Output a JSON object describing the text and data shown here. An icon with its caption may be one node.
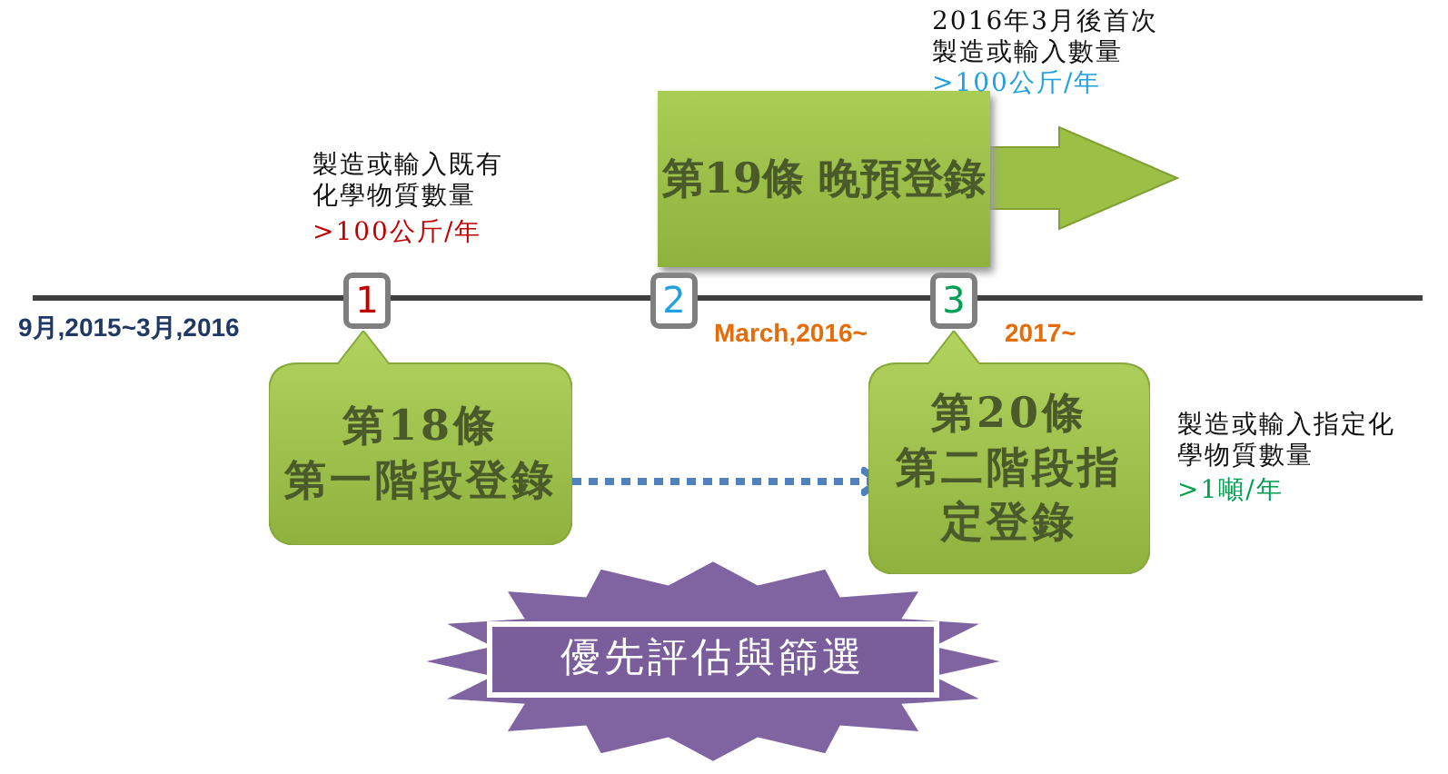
{
  "diagram": {
    "nodes": [
      {
        "text": [
          "1"
        ]
      },
      {
        "text": [
          "2"
        ]
      },
      {
        "text": [
          "3"
        ]
      },
      {
        "text": [
          "第18條",
          "第一階段登錄"
        ]
      },
      {
        "text": [
          "第19條 晚預登錄"
        ]
      },
      {
        "text": [
          "第20條",
          "第二階段指定登錄"
        ]
      },
      {
        "text": [
          "優先評估與篩選"
        ]
      }
    ],
    "edges": [
      {
        "from": 3,
        "to": 5,
        "arrow": "to",
        "style": "dashed",
        "color": "#4f81bd"
      }
    ],
    "labels": [
      "2016年3月後首次製造或輸入數量",
      ">100公斤/年",
      "製造或輸入既有化學物質數量",
      ">100公斤/年",
      "9月,2015~3月,2016",
      "March,2016~",
      "2017~",
      "製造或輸入指定化學物質數量",
      ">1噸/年"
    ]
  }
}
